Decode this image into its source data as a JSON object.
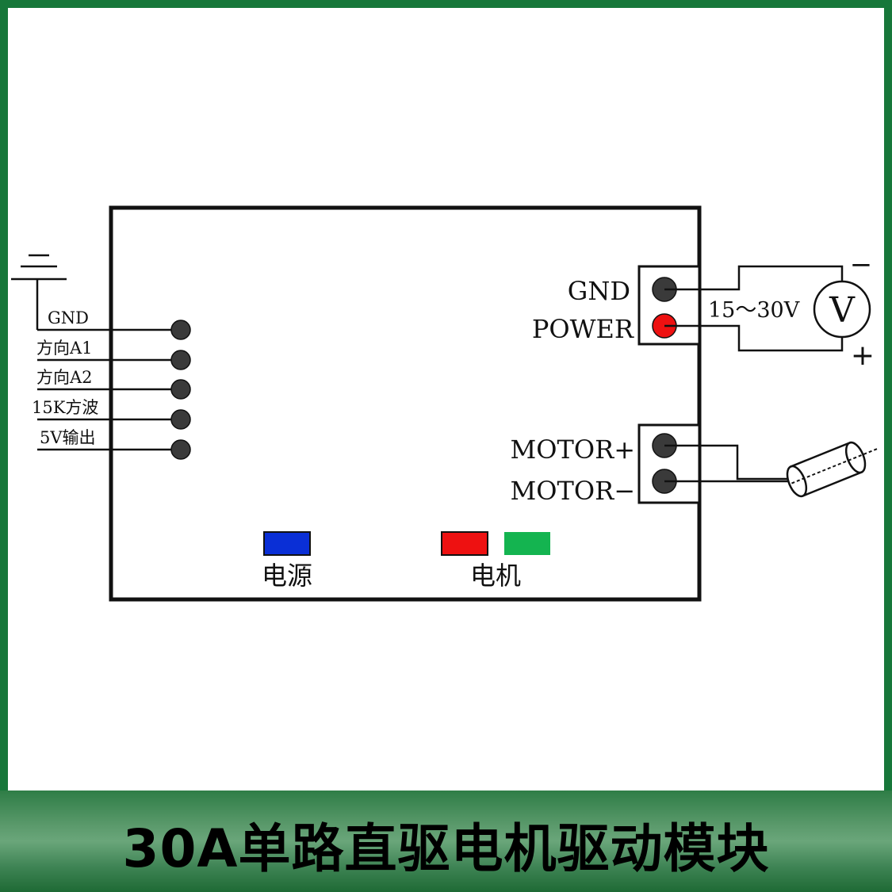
{
  "colors": {
    "frame_green": "#17773a",
    "power_led": "#0a2fd6",
    "motor_led_red": "#ee1111",
    "motor_led_green": "#14b450",
    "power_terminal": "#ee1111",
    "terminal": "#3a3a3a"
  },
  "left_pins": [
    {
      "label": "GND"
    },
    {
      "label": "方向A1"
    },
    {
      "label": "方向A2"
    },
    {
      "label": "15K方波"
    },
    {
      "label": "5V输出"
    }
  ],
  "power_block": {
    "gnd_label": "GND",
    "power_label": "POWER",
    "voltage_label": "15～30V",
    "meter_symbol": "V",
    "minus_sign": "−",
    "plus_sign": "+"
  },
  "motor_block": {
    "plus_label": "MOTOR+",
    "minus_label": "MOTOR−"
  },
  "indicators": {
    "power_label": "电源",
    "motor_label": "电机"
  },
  "banner": {
    "title": "30A单路直驱电机驱动模块"
  }
}
